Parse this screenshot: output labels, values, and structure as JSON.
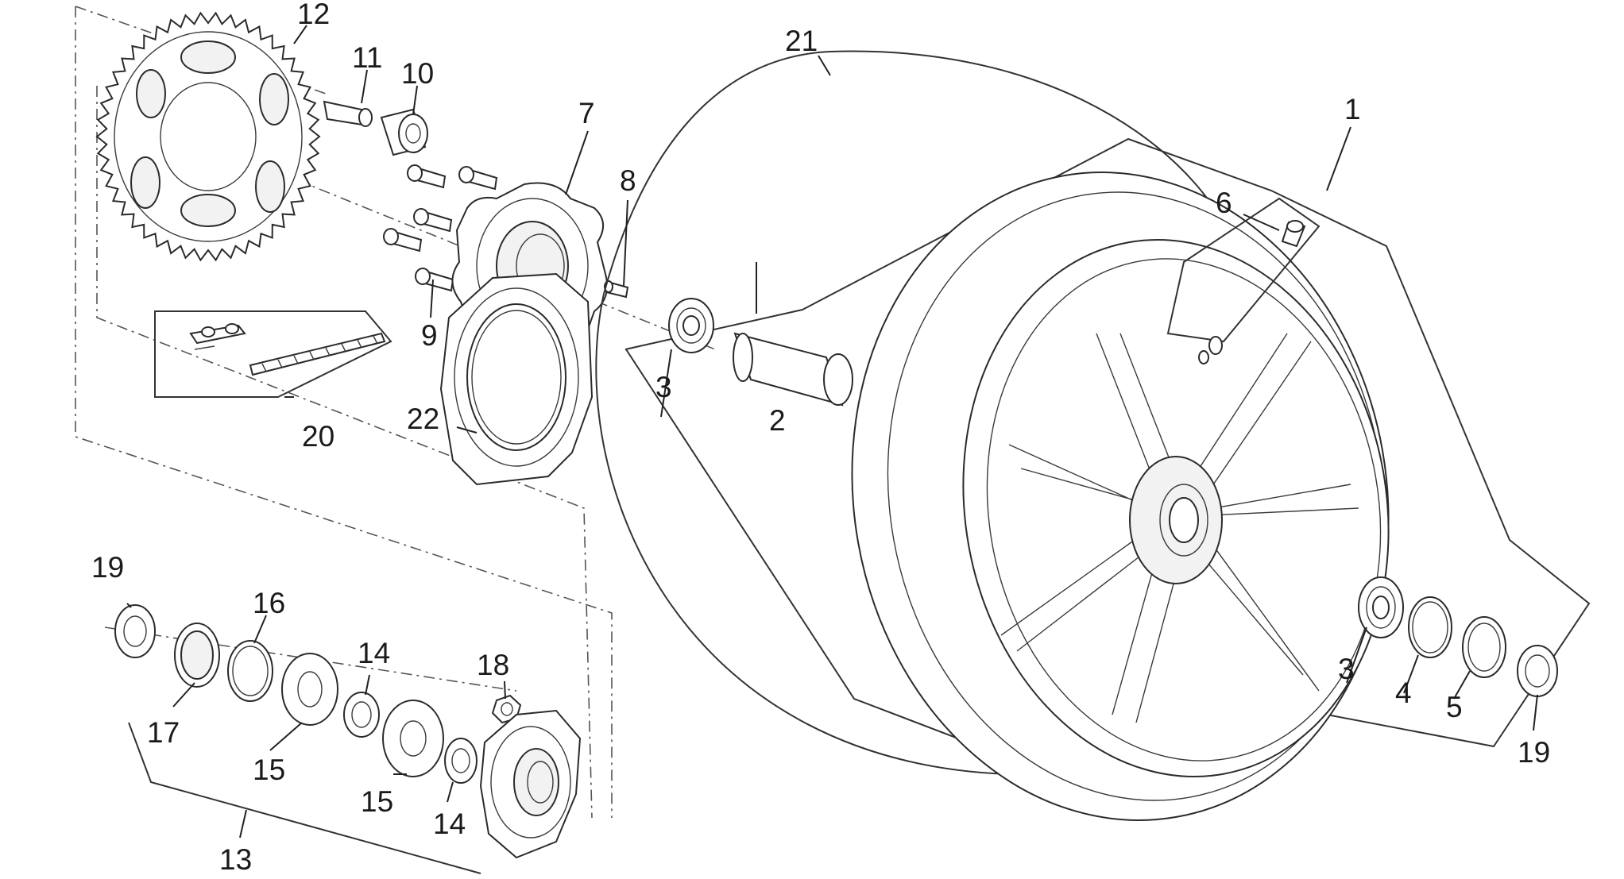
{
  "callouts": [
    {
      "id": "c1",
      "text": "1"
    },
    {
      "id": "c2",
      "text": "2"
    },
    {
      "id": "c3a",
      "text": "3"
    },
    {
      "id": "c3b",
      "text": "3"
    },
    {
      "id": "c4",
      "text": "4"
    },
    {
      "id": "c5",
      "text": "5"
    },
    {
      "id": "c6",
      "text": "6"
    },
    {
      "id": "c7",
      "text": "7"
    },
    {
      "id": "c8",
      "text": "8"
    },
    {
      "id": "c9",
      "text": "9"
    },
    {
      "id": "c10",
      "text": "10"
    },
    {
      "id": "c11",
      "text": "11"
    },
    {
      "id": "c12",
      "text": "12"
    },
    {
      "id": "c13",
      "text": "13"
    },
    {
      "id": "c14a",
      "text": "14"
    },
    {
      "id": "c14b",
      "text": "14"
    },
    {
      "id": "c15a",
      "text": "15"
    },
    {
      "id": "c15b",
      "text": "15"
    },
    {
      "id": "c16",
      "text": "16"
    },
    {
      "id": "c17",
      "text": "17"
    },
    {
      "id": "c18",
      "text": "18"
    },
    {
      "id": "c19a",
      "text": "19"
    },
    {
      "id": "c19b",
      "text": "19"
    },
    {
      "id": "c20",
      "text": "20"
    },
    {
      "id": "c21",
      "text": "21"
    },
    {
      "id": "c22",
      "text": "22"
    }
  ]
}
